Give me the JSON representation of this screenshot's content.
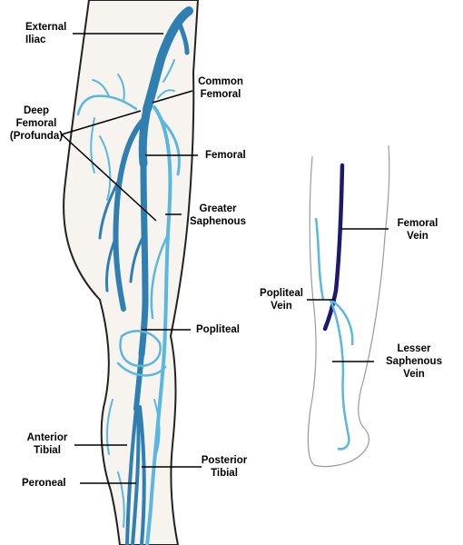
{
  "colors": {
    "vein_dark": "#2f7fb0",
    "vein_light": "#5ab7e0",
    "femoral_vein_right_diagram": "#1a1a6e",
    "leg_outline": "#222222",
    "leg_fill": "#f7f4ef"
  },
  "labels": {
    "external_iliac": [
      "External",
      "Iliac"
    ],
    "deep_femoral": [
      "Deep",
      "Femoral",
      "(Profunda)"
    ],
    "common_femoral": [
      "Common",
      "Femoral"
    ],
    "femoral": "Femoral",
    "greater_saphenous": [
      "Greater",
      "Saphenous"
    ],
    "popliteal": "Popliteal",
    "anterior_tibial": [
      "Anterior",
      "Tibial"
    ],
    "peroneal": "Peroneal",
    "posterior_tibial": [
      "Posterior",
      "Tibial"
    ],
    "femoral_vein": [
      "Femoral",
      "Vein"
    ],
    "popliteal_vein": [
      "Popliteal",
      "Vein"
    ],
    "lesser_saphenous_vein": [
      "Lesser",
      "Saphenous",
      "Vein"
    ]
  }
}
